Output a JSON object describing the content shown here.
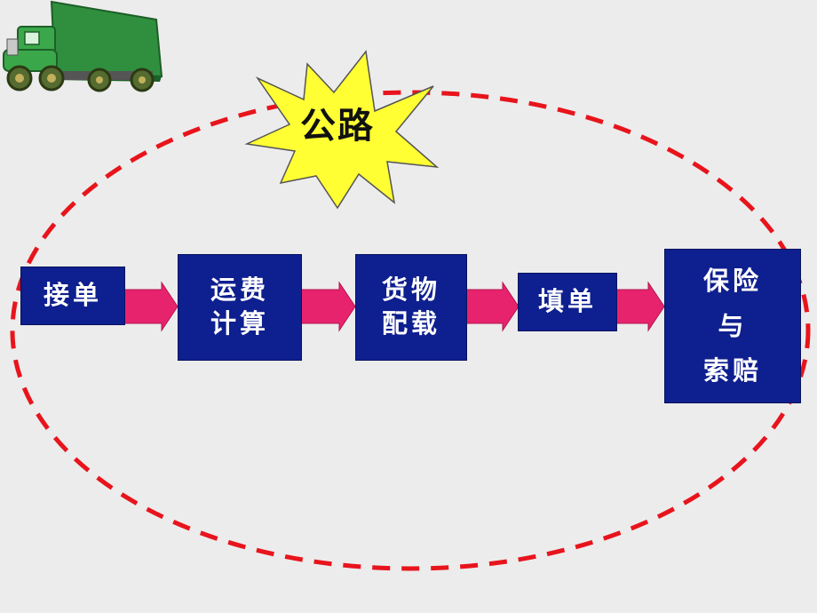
{
  "title": "公路",
  "steps": [
    {
      "lines": [
        "接单"
      ]
    },
    {
      "lines": [
        "运费",
        "计算"
      ]
    },
    {
      "lines": [
        "货物",
        "配载"
      ]
    },
    {
      "lines": [
        "填单"
      ]
    },
    {
      "lines": [
        "保险",
        "与",
        "索赔"
      ]
    }
  ],
  "colors": {
    "box": "#0e1f8f",
    "arrow": "#e8236e",
    "ellipse": "#e8141c",
    "star": "#ffff33",
    "truck_cab": "#3aa84a",
    "truck_trailer": "#2f8f3e"
  },
  "icons": {
    "truck": "truck-icon"
  }
}
